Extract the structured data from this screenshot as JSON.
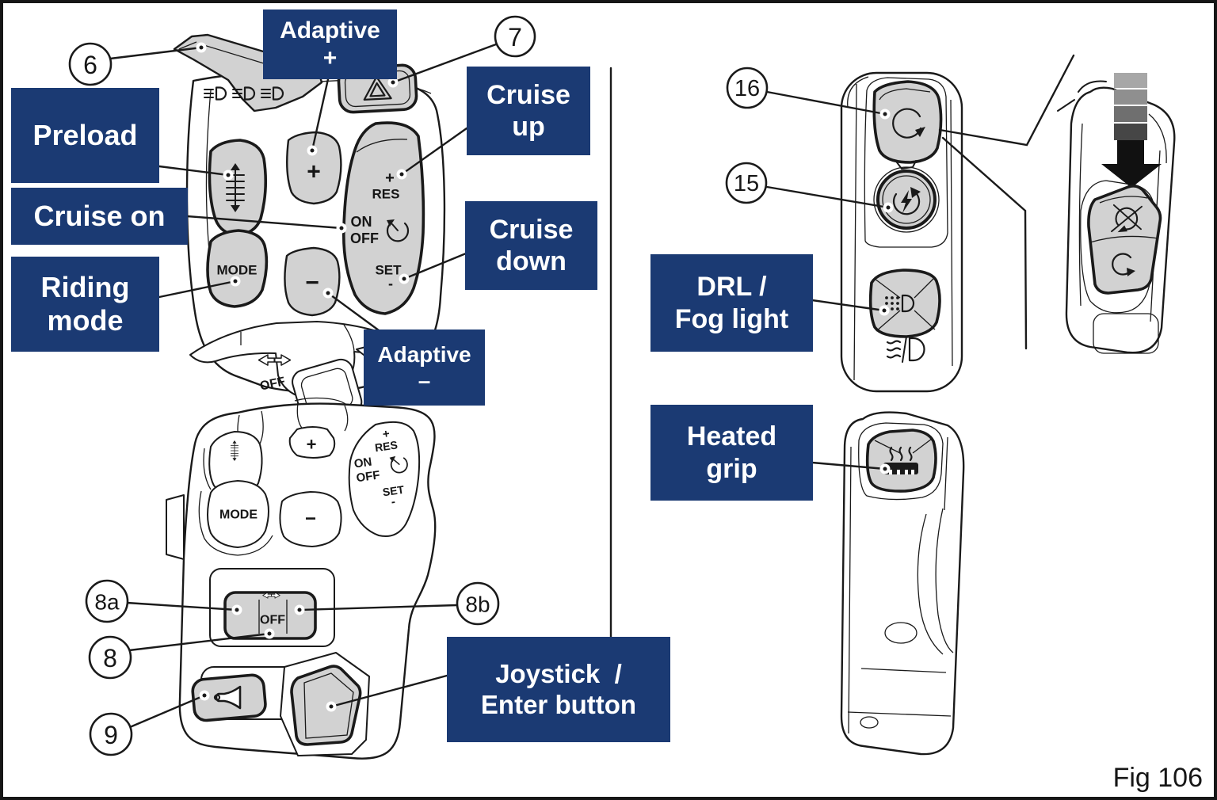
{
  "figure": {
    "caption": "Fig 106"
  },
  "colors": {
    "label_bg": "#1b3a73",
    "label_text": "#ffffff",
    "button_gray": "#d2d2d2",
    "outline": "#1a1a1a"
  },
  "callout_labels": {
    "adaptive_plus": {
      "line1": "Adaptive",
      "line2": "+"
    },
    "cruise_up": {
      "line1": "Cruise",
      "line2": "up"
    },
    "preload": {
      "line1": "Preload"
    },
    "cruise_on": {
      "line1": "Cruise on"
    },
    "riding_mode": {
      "line1": "Riding",
      "line2": "mode"
    },
    "cruise_down": {
      "line1": "Cruise",
      "line2": "down"
    },
    "adaptive_minus": {
      "line1": "Adaptive",
      "line2": "–"
    },
    "joystick_enter": {
      "line1": "Joystick  /",
      "line2": "Enter button"
    },
    "drl_fog": {
      "line1": "DRL /",
      "line2": "Fog light"
    },
    "heated_grip": {
      "line1": "Heated",
      "line2": "grip"
    }
  },
  "number_callouts": {
    "n6": "6",
    "n7": "7",
    "n8a": "8a",
    "n8": "8",
    "n8b": "8b",
    "n9": "9",
    "n15": "15",
    "n16": "16"
  },
  "switch_glyphs": {
    "mode": "MODE",
    "plus": "+",
    "minus": "−",
    "cruise_plus": "+",
    "cruise_res": "RES",
    "cruise_on": "ON",
    "cruise_off": "OFF",
    "cruise_set": "SET",
    "cruise_set_minus": "-",
    "turn_off": "OFF"
  }
}
